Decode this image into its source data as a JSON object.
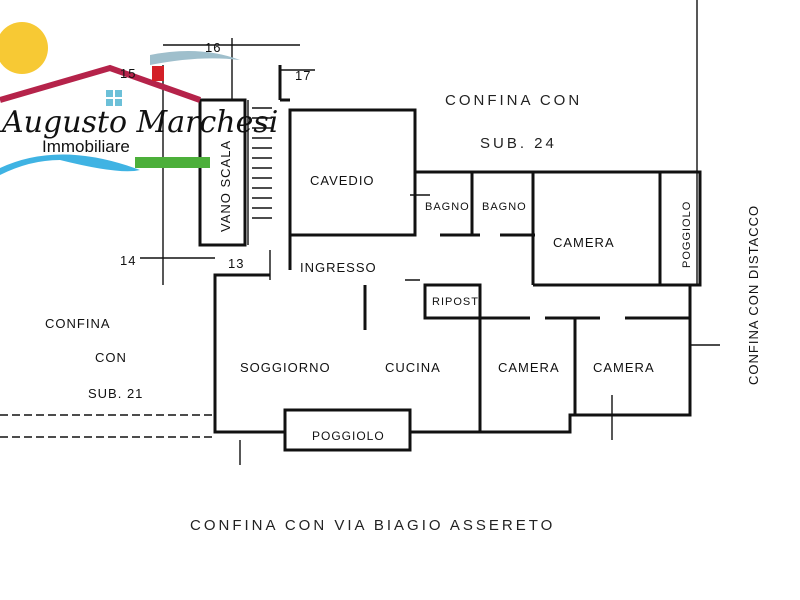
{
  "logo": {
    "name": "Augusto Marchesi",
    "subtitle": "Immobiliare",
    "colors": {
      "sun": "#f7c934",
      "roof": "#b5234a",
      "window": "#6cc0d8",
      "wave": "#3fb3e3",
      "bar": "#4caf3a",
      "chimney": "#d32027"
    }
  },
  "plan": {
    "dimensions": [
      "16",
      "15",
      "17",
      "14",
      "13"
    ],
    "boundaries": {
      "top": [
        "CONFINA CON",
        "SUB. 24"
      ],
      "left": [
        "CONFINA",
        "CON",
        "SUB. 21"
      ],
      "right": "CONFINA CON DISTACCO",
      "bottom": "CONFINA CON VIA BIAGIO ASSERETO"
    },
    "rooms": {
      "stairs": "VANO SCALA",
      "cavedio": "CAVEDIO",
      "bath1": "BAGNO",
      "bath2": "BAGNO",
      "bedroom_top": "CAMERA",
      "balcony_right": "POGGIOLO",
      "entrance": "INGRESSO",
      "storage": "RIPOST.",
      "living": "SOGGIORNO",
      "kitchen": "CUCINA",
      "bedroom_mid": "CAMERA",
      "bedroom_right": "CAMERA",
      "balcony_bottom": "POGGIOLO"
    }
  }
}
